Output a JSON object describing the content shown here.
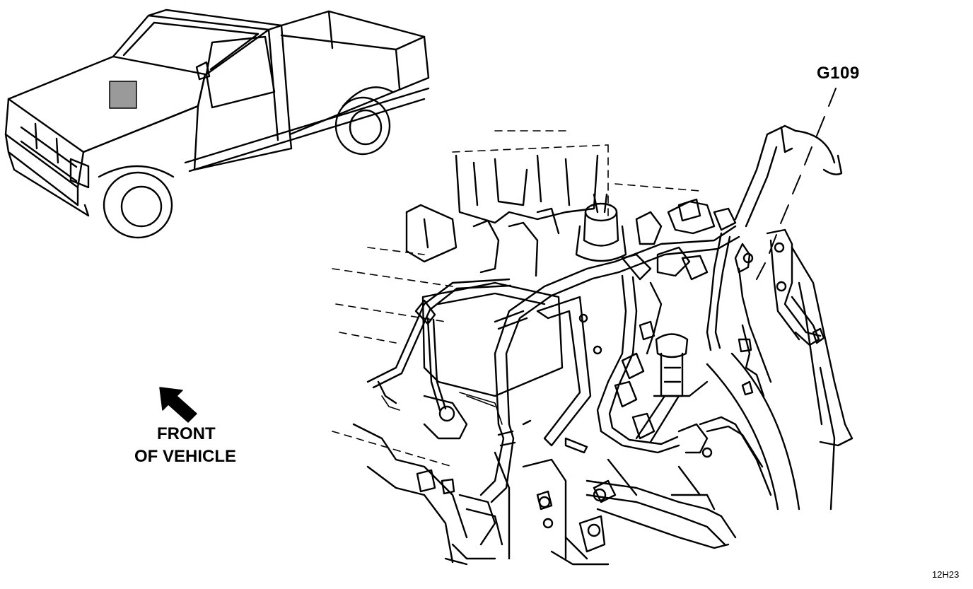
{
  "labels": {
    "ground_callout": "G109",
    "direction_line1": "FRONT",
    "direction_line2": "OF VEHICLE",
    "figure_code": "12H23"
  },
  "icons": {
    "direction_arrow": "arrow-up-left-icon",
    "vehicle": "pickup-truck-icon",
    "engine": "engine-compartment-illustration"
  },
  "colors": {
    "ink": "#000000",
    "paper": "#ffffff",
    "highlight_patch": "#9a9a9a"
  }
}
